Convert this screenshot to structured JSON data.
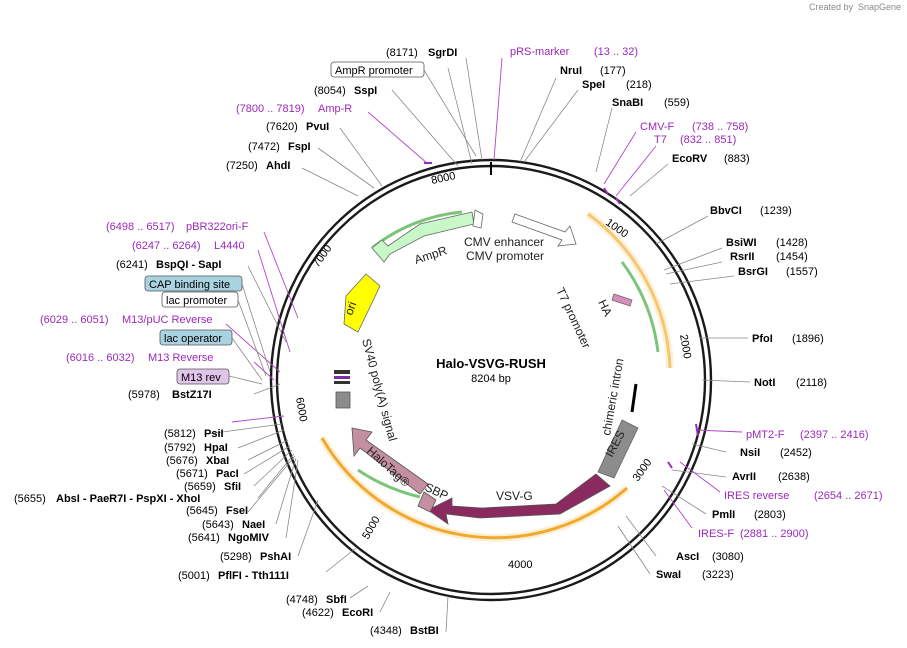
{
  "header": {
    "credit_text": "Created by",
    "credit_brand": "SnapGene"
  },
  "map": {
    "name": "Halo-VSVG-RUSH",
    "length": "8204 bp"
  },
  "ticks": [
    "1000",
    "2000",
    "3000",
    "4000",
    "5000",
    "6000",
    "7000",
    "8000"
  ],
  "features": {
    "cmv_enhancer": "CMV enhancer",
    "cmv_promoter": "CMV promoter",
    "t7_promoter": "T7 promoter",
    "ha": "HA",
    "chimeric_intron": "chimeric intron",
    "ires": "IRES",
    "vsvg": "VSV-G",
    "sbp": "SBP",
    "halotag": "HaloTag®",
    "sv40_polya": "SV40 poly(A) signal",
    "ori": "ori",
    "ampr": "AmpR"
  },
  "labels_right": [
    {
      "pos": "(8171)",
      "name": "SgrDI"
    },
    {
      "pos": "(177)",
      "name": "NruI"
    },
    {
      "pos": "(218)",
      "name": "SpeI"
    },
    {
      "pos": "(559)",
      "name": "SnaBI"
    },
    {
      "pos": "(883)",
      "name": "EcoRV"
    },
    {
      "pos": "(1239)",
      "name": "BbvCI"
    },
    {
      "pos": "(1428)",
      "name": "BsiWI"
    },
    {
      "pos": "(1454)",
      "name": "RsrII"
    },
    {
      "pos": "(1557)",
      "name": "BsrGI"
    },
    {
      "pos": "(1896)",
      "name": "PfoI"
    },
    {
      "pos": "(2118)",
      "name": "NotI"
    },
    {
      "pos": "(2452)",
      "name": "NsiI"
    },
    {
      "pos": "(2638)",
      "name": "AvrII"
    },
    {
      "pos": "(2803)",
      "name": "PmlI"
    },
    {
      "pos": "(3080)",
      "name": "AscI"
    },
    {
      "pos": "(3223)",
      "name": "SwaI"
    },
    {
      "pos": "(4348)",
      "name": "BstBI"
    }
  ],
  "labels_left": [
    {
      "pos": "(8054)",
      "name": "SspI"
    },
    {
      "pos": "(7620)",
      "name": "PvuI"
    },
    {
      "pos": "(7472)",
      "name": "FspI"
    },
    {
      "pos": "(7250)",
      "name": "AhdI"
    },
    {
      "pos": "(6241)",
      "name": "BspQI - SapI"
    },
    {
      "pos": "(5978)",
      "name": "BstZ17I"
    },
    {
      "pos": "(5812)",
      "name": "PsiI"
    },
    {
      "pos": "(5792)",
      "name": "HpaI"
    },
    {
      "pos": "(5676)",
      "name": "XbaI"
    },
    {
      "pos": "(5671)",
      "name": "PacI"
    },
    {
      "pos": "(5659)",
      "name": "SfiI"
    },
    {
      "pos": "(5655)",
      "name": "AbsI - PaeR7I - PspXI - XhoI"
    },
    {
      "pos": "(5645)",
      "name": "FseI"
    },
    {
      "pos": "(5643)",
      "name": "NaeI"
    },
    {
      "pos": "(5641)",
      "name": "NgoMIV"
    },
    {
      "pos": "(5298)",
      "name": "PshAI"
    },
    {
      "pos": "(5001)",
      "name": "PflFI - Tth111I"
    },
    {
      "pos": "(4748)",
      "name": "SbfI"
    },
    {
      "pos": "(4622)",
      "name": "EcoRI"
    }
  ],
  "primers": [
    {
      "name": "pRS-marker",
      "range": "(13 .. 32)"
    },
    {
      "name": "CMV-F",
      "range": "(738 .. 758)"
    },
    {
      "name": "T7",
      "range": "(832 .. 851)"
    },
    {
      "name": "pMT2-F",
      "range": "(2397 .. 2416)"
    },
    {
      "name": "IRES reverse",
      "range": "(2654 .. 2671)"
    },
    {
      "name": "IRES-F",
      "range": "(2881 .. 2900)"
    },
    {
      "name": "Amp-R",
      "range": "(7800 .. 7819)"
    },
    {
      "name": "pBR322ori-F",
      "range": "(6498 .. 6517)"
    },
    {
      "name": "L4440",
      "range": "(6247 .. 6264)"
    },
    {
      "name": "M13/pUC Reverse",
      "range": "(6029 .. 6051)"
    },
    {
      "name": "M13 Reverse",
      "range": "(6016 .. 6032)"
    }
  ],
  "boxed": {
    "ampr_promoter": "AmpR promoter",
    "cap_site": "CAP binding site",
    "lac_promoter": "lac promoter",
    "lac_operator": "lac operator",
    "m13_rev": "M13 rev"
  },
  "colors": {
    "backbone": "#1a1a1a",
    "primer": "#9a2ab8",
    "orf_orange": "#f0a830",
    "orf_green": "#7cc47a",
    "vsvg": "#8b2a5e",
    "halotag": "#c48fa0",
    "ori": "#ffff00",
    "ampr": "#c8f7c8",
    "ires": "#8c8c8c"
  }
}
